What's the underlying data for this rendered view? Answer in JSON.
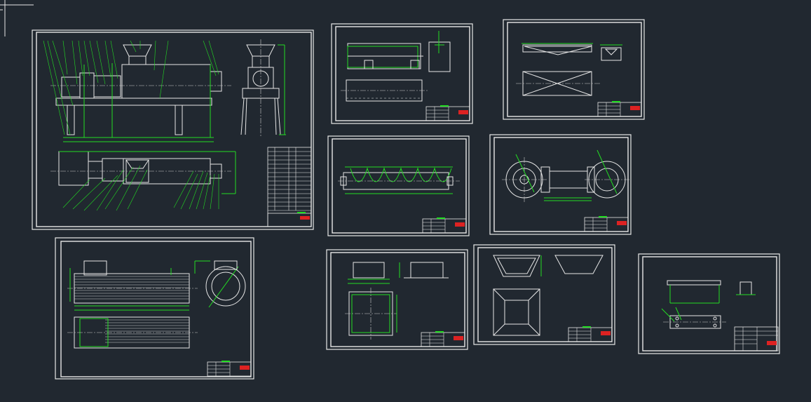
{
  "app": {
    "type": "cad-model-space",
    "background_color": "#212830",
    "line_color_white": "#e6e6e6",
    "line_color_green": "#22dd22",
    "titleblock_accent": "#dd2222"
  },
  "sheets": [
    {
      "id": "assembly-drawing",
      "content": "screw-press-assembly"
    },
    {
      "id": "frame-drawing",
      "content": "frame-part"
    },
    {
      "id": "base-drawing",
      "content": "base-part"
    },
    {
      "id": "screw-shaft-drawing",
      "content": "screw-shaft"
    },
    {
      "id": "end-plate-drawing",
      "content": "end-plates"
    },
    {
      "id": "screen-drum-drawing",
      "content": "screen-drum"
    },
    {
      "id": "bracket-drawing",
      "content": "bracket"
    },
    {
      "id": "hopper-drawing",
      "content": "hopper"
    },
    {
      "id": "support-drawing",
      "content": "support"
    }
  ]
}
